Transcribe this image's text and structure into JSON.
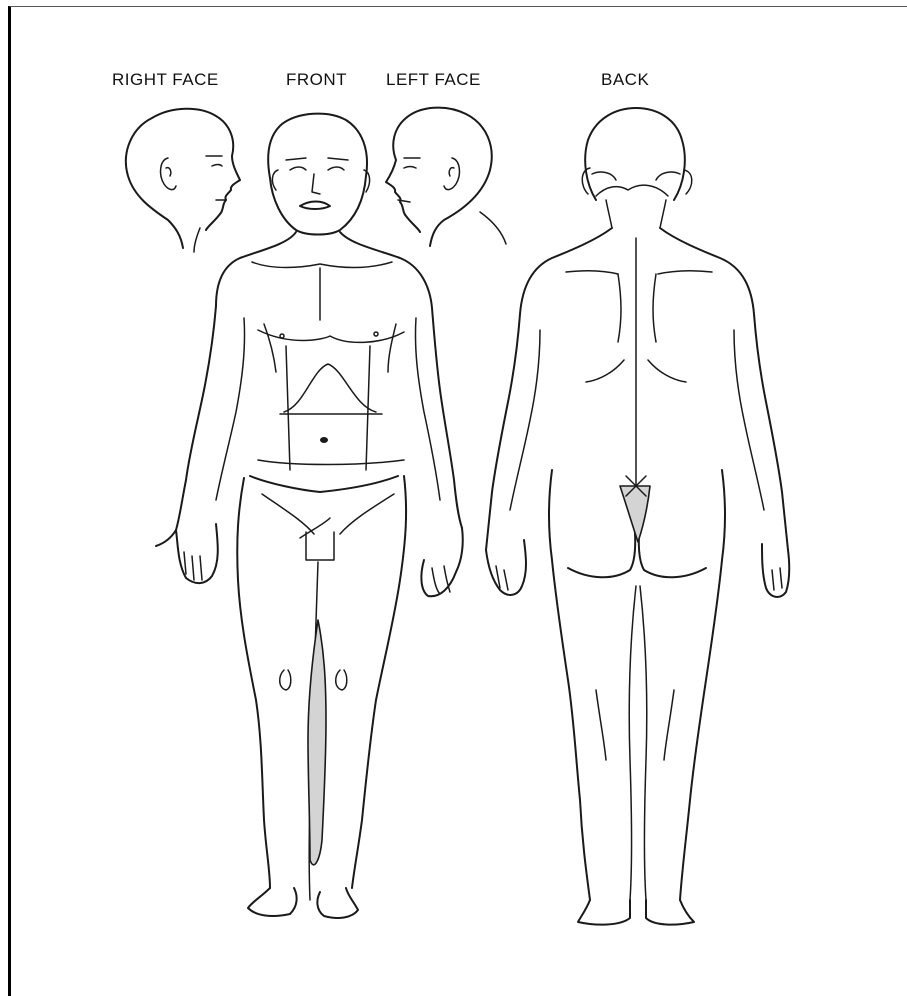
{
  "diagram": {
    "views": [
      {
        "id": "right-face",
        "label": "RIGHT FACE"
      },
      {
        "id": "front",
        "label": "FRONT"
      },
      {
        "id": "left-face",
        "label": "LEFT FACE"
      },
      {
        "id": "back",
        "label": "BACK"
      }
    ],
    "shading_color": "#d4d4d4",
    "line_color": "#1a1a1a"
  }
}
